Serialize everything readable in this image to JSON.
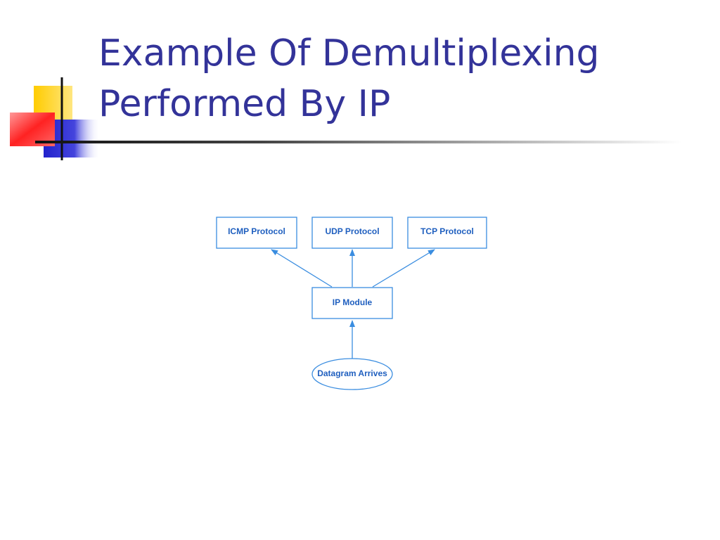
{
  "slide": {
    "title_line1": "Example Of Demultiplexing",
    "title_line2": "Performed By IP"
  },
  "diagram": {
    "nodes": {
      "icmp": "ICMP Protocol",
      "udp": "UDP Protocol",
      "tcp": "TCP Protocol",
      "ip": "IP Module",
      "datagram": "Datagram Arrives"
    },
    "edges": [
      {
        "from": "ip",
        "to": "icmp"
      },
      {
        "from": "ip",
        "to": "udp"
      },
      {
        "from": "ip",
        "to": "tcp"
      },
      {
        "from": "datagram",
        "to": "ip"
      }
    ]
  },
  "colors": {
    "title": "#333399",
    "diagram": "#3a8de0",
    "diagram_text": "#1f5fbf"
  }
}
